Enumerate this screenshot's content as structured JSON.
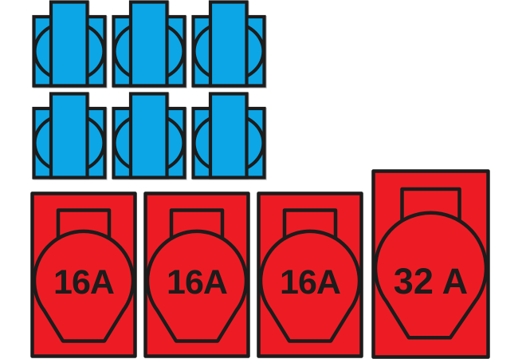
{
  "diagram": {
    "schuko_sockets": {
      "count": 6,
      "rows": 2,
      "per_row": 3
    },
    "cee_sockets": {
      "count": 4,
      "items": [
        {
          "label": "16A"
        },
        {
          "label": "16A"
        },
        {
          "label": "16A"
        },
        {
          "label": "32 A"
        }
      ]
    }
  },
  "colors": {
    "blue": "#0CA6E6",
    "red": "#ED1C24",
    "outline": "#1C1C1C",
    "background": "#FFFFFF",
    "shadow": "#B3B3B8"
  }
}
